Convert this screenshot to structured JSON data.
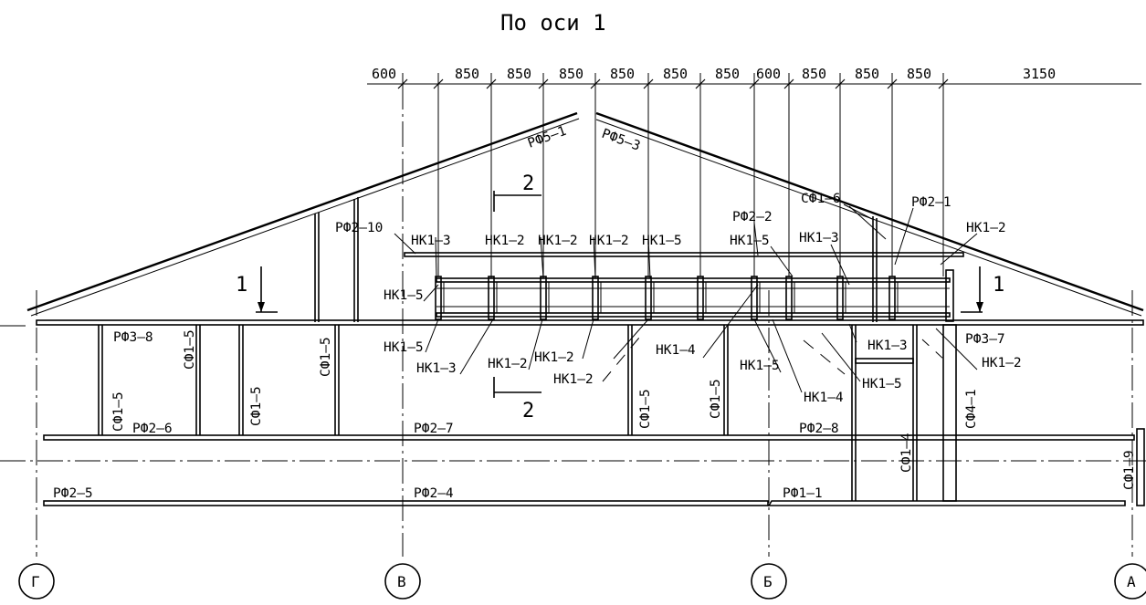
{
  "title": "По оси 1",
  "dimensions": [
    "600",
    "850",
    "850",
    "850",
    "850",
    "850",
    "850",
    "600",
    "850",
    "850",
    "850",
    "3150"
  ],
  "axes": [
    "Г",
    "В",
    "Б",
    "А"
  ],
  "section_marks": {
    "cut1": "1",
    "cut2": "2"
  },
  "labels": {
    "rf5_1": "РФ5–1",
    "rf5_3": "РФ5–3",
    "sf1_6": "СФ1–6",
    "rf2_1": "РФ2–1",
    "rf2_10": "РФ2–10",
    "rf2_2": "РФ2–2",
    "nk1_3_top": "НК1–3",
    "nk1_2_top_a": "НК1–2",
    "nk1_2_top_b": "НК1–2",
    "nk1_2_top_c": "НК1–2",
    "nk1_5_top": "НК1–5",
    "nk1_5_mid": "НК1–5",
    "nk1_3_right": "НК1–3",
    "nk1_2_right": "НК1–2",
    "nk1_5_left": "НК1–5",
    "nk1_5_low": "НК1–5",
    "nk1_3_low": "НК1–3",
    "nk1_2_low_a": "НК1–2",
    "nk1_2_low_b": "НК1–2",
    "nk1_2_low_c": "НК1–2",
    "nk1_4_a": "НК1–4",
    "nk1_5_b": "НК1–5",
    "nk1_4_b": "НК1–4",
    "nk1_3_c": "НК1–3",
    "nk1_5_c": "НК1–5",
    "nk1_2_d": "НК1–2",
    "rf3_8": "РФ3–8",
    "rf3_7": "РФ3–7",
    "sf1_5_a": "СФ1–5",
    "sf1_5_b": "СФ1–5",
    "sf1_5_c": "СФ1–5",
    "sf1_5_d": "СФ1–5",
    "sf1_5_e": "СФ1–5",
    "sf1_5_f": "СФ1–5",
    "sf4_1": "СФ4–1",
    "sf1_4": "СФ1–4",
    "sf1_9": "СФ1–9",
    "rf2_6": "РФ2–6",
    "rf2_7": "РФ2–7",
    "rf2_8": "РФ2–8",
    "rf2_5": "РФ2–5",
    "rf2_4": "РФ2–4",
    "rf1_1": "РФ1–1"
  }
}
